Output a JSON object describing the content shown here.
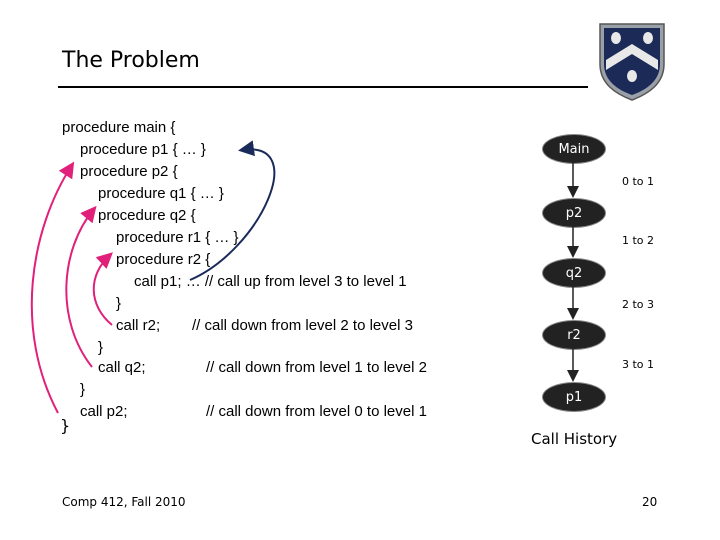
{
  "slide": {
    "title": "The Problem",
    "code_lines": [
      "procedure main {",
      "procedure p1 { … }",
      "procedure p2 {",
      "procedure q1 { … }",
      "procedure q2 {",
      "procedure r1 { … }",
      "procedure r2 {",
      "call p1; … // call up from level 3 to level 1",
      "}",
      "call r2;",
      "}",
      "call q2;",
      "}",
      "call p2;",
      "}"
    ],
    "comments": {
      "r2": "// call down from level 2 to level 3",
      "q2": "// call down from level 1 to level 2",
      "p2": "// call down from level 0 to level 1"
    },
    "call_history": {
      "nodes": [
        "Main",
        "p2",
        "q2",
        "r2",
        "p1"
      ],
      "edge_labels": [
        "0 to 1",
        "1 to 2",
        "2 to 3",
        "3 to 1"
      ],
      "caption": "Call History"
    },
    "footer": {
      "course": "Comp 412, Fall 2010",
      "page_number": "20"
    },
    "colors": {
      "arrow_magenta": "#e0207a",
      "arrow_navy": "#1a2a5a",
      "node_fill": "#222222",
      "shield": "#1b2a57"
    },
    "icon": "university-shield-icon"
  }
}
